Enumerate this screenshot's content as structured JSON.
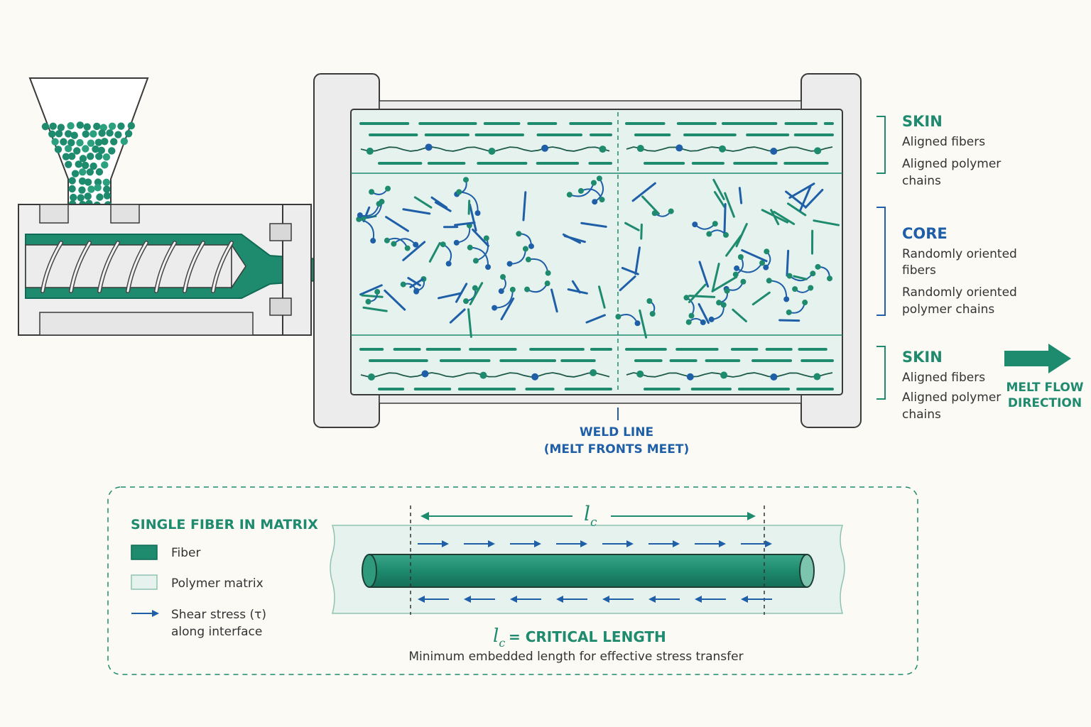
{
  "colors": {
    "background": "#fbfaf5",
    "teal": "#1e8a6e",
    "teal_dark": "#0f6b55",
    "blue": "#1f5fa8",
    "matrix_fill": "#e6f2ee",
    "machine_fill": "#eeeeee",
    "outline": "#3a3a3a"
  },
  "annotations": {
    "skin_top": {
      "title": "SKIN",
      "line1": "Aligned fibers",
      "line2a": "Aligned polymer",
      "line2b": "chains"
    },
    "core": {
      "title": "CORE",
      "line1a": "Randomly oriented",
      "line1b": "fibers",
      "line2a": "Randomly oriented",
      "line2b": "polymer chains"
    },
    "skin_bottom": {
      "title": "SKIN",
      "line1": "Aligned fibers",
      "line2a": "Aligned polymer",
      "line2b": "chains"
    },
    "flow": {
      "line1": "MELT FLOW",
      "line2": "DIRECTION"
    },
    "weld": {
      "line1": "WELD LINE",
      "line2": "(MELT FRONTS MEET)"
    }
  },
  "fiber_panel": {
    "title": "SINGLE FIBER IN MATRIX",
    "legend": {
      "fiber": "Fiber",
      "matrix": "Polymer matrix",
      "shear_line1": "Shear stress (τ)",
      "shear_line2": "along interface"
    },
    "lc_symbol": "l",
    "lc_sub": "c",
    "critical_label": "= CRITICAL LENGTH",
    "critical_desc": "Minimum embedded length for effective stress transfer"
  },
  "icons": {
    "hopper": "hopper-icon",
    "screw": "screw-icon",
    "flow_arrow": "right-arrow-icon",
    "shear_arrow": "right-arrow-icon"
  }
}
